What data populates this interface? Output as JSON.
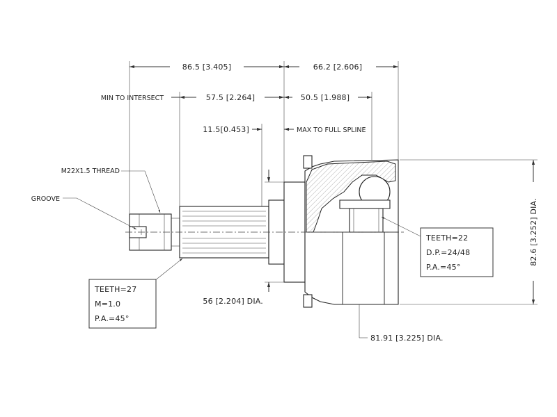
{
  "dimensions": {
    "overall_left": "86.5 [3.405]",
    "overall_right": "66.2 [2.606]",
    "min_to_intersect_label": "MIN TO INTERSECT",
    "min_to_intersect_value": "57.5 [2.264]",
    "inner_right": "50.5 [1.988]",
    "spline_offset": "11.5[0.453]",
    "max_to_full_spline": "MAX TO FULL SPLINE",
    "shaft_diameter": "56 [2.204] DIA.",
    "housing_diameter": "81.91 [3.225] DIA.",
    "outer_diameter": "82.6 [3.252] DIA."
  },
  "callouts": {
    "thread": "M22X1.5 THREAD",
    "groove": "GROOVE"
  },
  "spec_boxes": {
    "outer_spline": {
      "teeth": "TEETH=27",
      "module": "M=1.0",
      "pressure_angle": "P.A.=45°"
    },
    "inner_spline": {
      "teeth": "TEETH=22",
      "diametral_pitch": "D.P.=24/48",
      "pressure_angle": "P.A.=45°"
    }
  }
}
